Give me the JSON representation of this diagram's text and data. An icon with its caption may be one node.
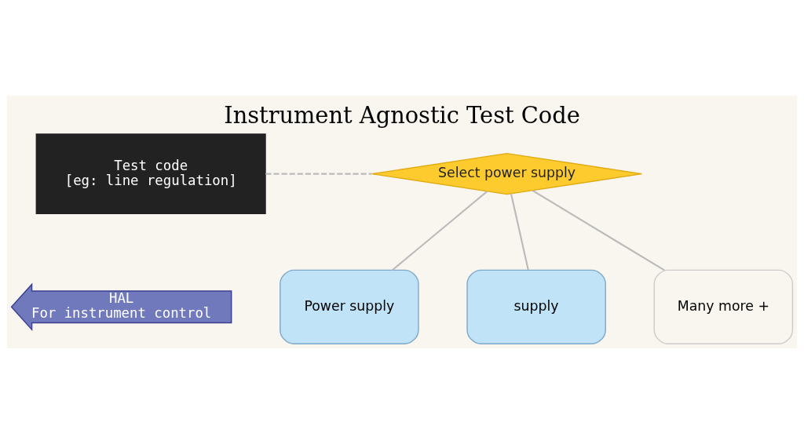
{
  "diagram": {
    "title": "Instrument Agnostic Test Code",
    "nodes": [
      {
        "text": [
          "Test code",
          "[eg: line regulation]"
        ]
      },
      {
        "text": [
          "HAL",
          "For instrument control"
        ]
      },
      {
        "text": [
          "Select power supply"
        ]
      },
      {
        "text": [
          "Power supply"
        ]
      },
      {
        "text": [
          "supply"
        ]
      },
      {
        "text": [
          "Many more +"
        ]
      }
    ],
    "edges": [
      {
        "from": 0,
        "to": 2,
        "arrow": "none",
        "style": "dashed"
      },
      {
        "from": 2,
        "to": 3,
        "arrow": "none"
      },
      {
        "from": 2,
        "to": 4,
        "arrow": "none"
      },
      {
        "from": 2,
        "to": 5,
        "arrow": "none"
      }
    ]
  }
}
